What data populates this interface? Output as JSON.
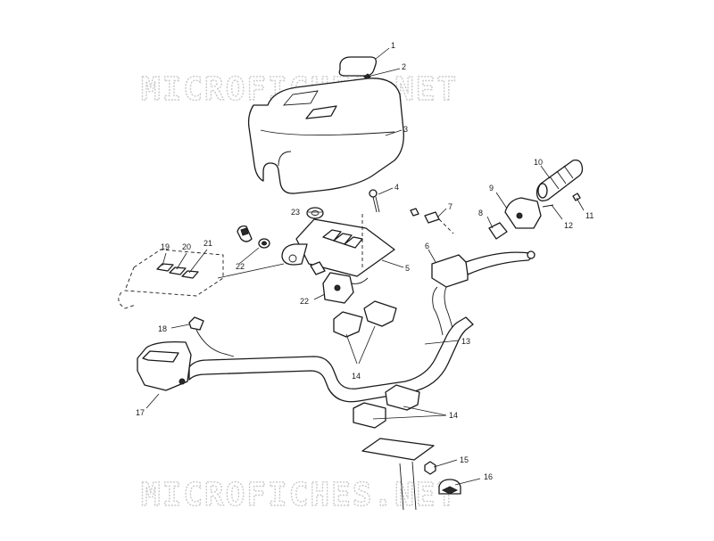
{
  "watermark": {
    "top_text": "MICROFICHES.NET",
    "bottom_text": "MICROFICHES.NET"
  },
  "callouts": [
    "1",
    "2",
    "3",
    "4",
    "5",
    "6",
    "7",
    "8",
    "9",
    "10",
    "11",
    "12",
    "13",
    "14",
    "14",
    "15",
    "16",
    "17",
    "18",
    "19",
    "20",
    "21",
    "22",
    "22",
    "23"
  ]
}
